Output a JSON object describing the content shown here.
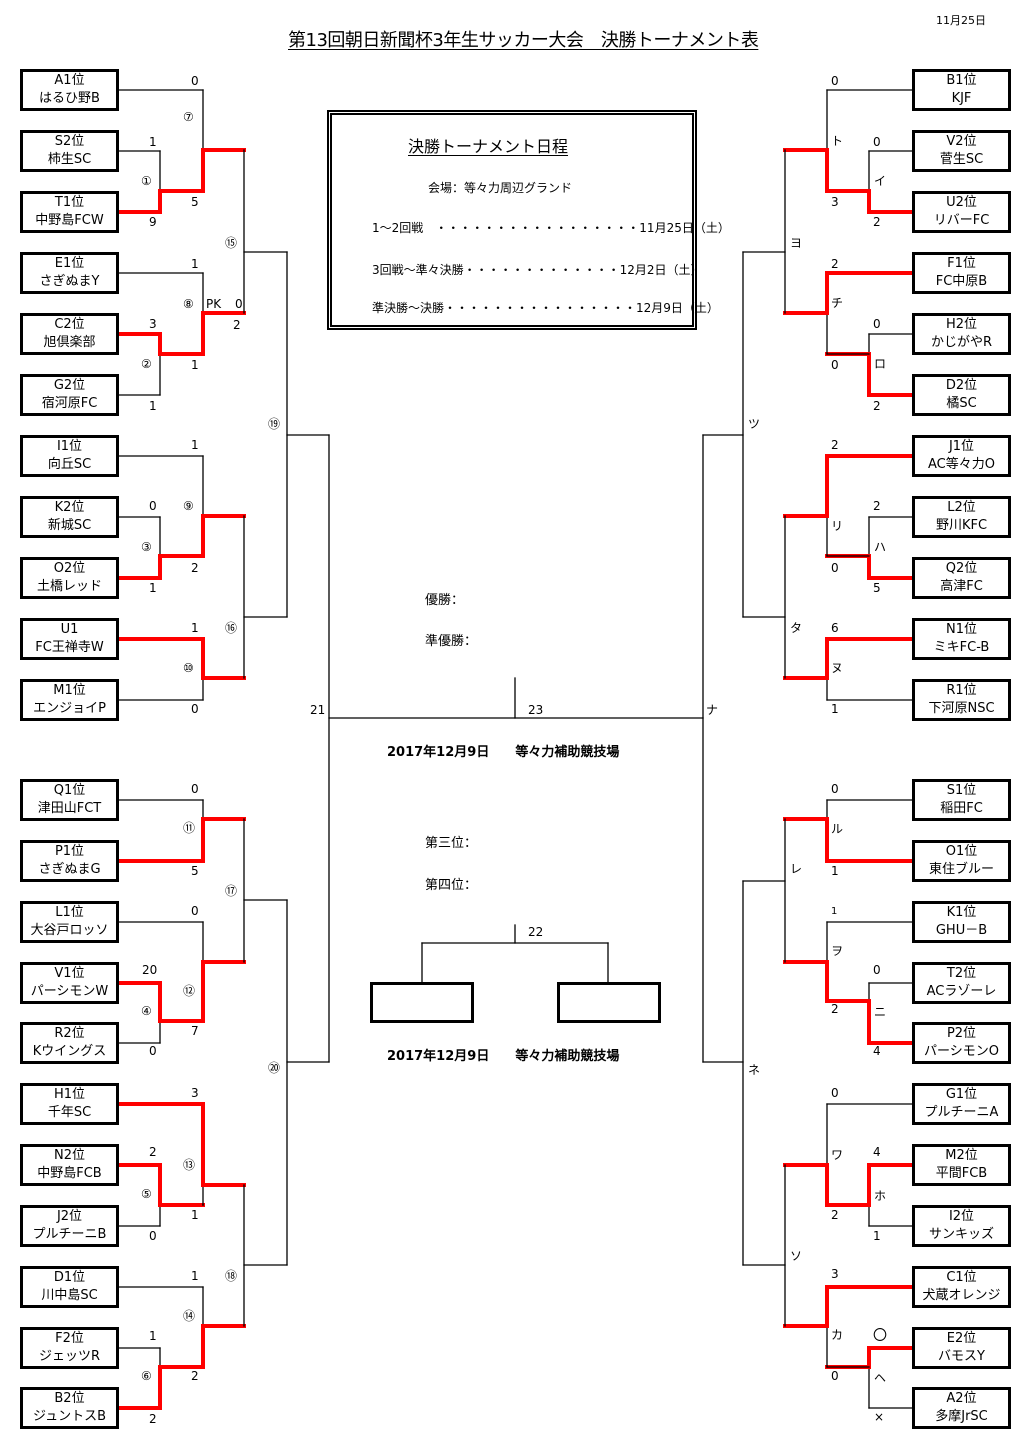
{
  "title": "第13回朝日新聞杯3年生サッカー大会　決勝トーナメント表",
  "date_top": "11月25日",
  "schedule": {
    "title": "決勝トーナメント日程",
    "venue": "会場：等々力周辺グランド",
    "rows": [
      {
        "round": "1～2回戦",
        "dots": "　・・・・・・・・・・・・・・・・・",
        "date": "11月25日（土）"
      },
      {
        "round": "3回戦～準々決勝",
        "dots": "・・・・・・・・・・・・・",
        "date": "12月2日（土）"
      },
      {
        "round": "準決勝～決勝",
        "dots": "・・・・・・・・・・・・・・・・",
        "date": "12月9日（土）"
      }
    ]
  },
  "results": {
    "champion_label": "優勝：",
    "runner_up_label": "準優勝：",
    "third_label": "第三位：",
    "fourth_label": "第四位："
  },
  "final": {
    "match_no": "23",
    "left_match": "21",
    "right_match": "ナ",
    "venue_line": "2017年12月9日　　等々力補助競技場"
  },
  "third_place": {
    "match_no": "22",
    "venue_line": "2017年12月9日　　等々力補助競技場"
  },
  "left_teams": [
    {
      "seed": "A1位",
      "name": "はるひ野B"
    },
    {
      "seed": "S2位",
      "name": "柿生SC"
    },
    {
      "seed": "T1位",
      "name": "中野島FCW"
    },
    {
      "seed": "E1位",
      "name": "さぎぬまY"
    },
    {
      "seed": "C2位",
      "name": "旭倶楽部"
    },
    {
      "seed": "G2位",
      "name": "宿河原FC"
    },
    {
      "seed": "I1位",
      "name": "向丘SC"
    },
    {
      "seed": "K2位",
      "name": "新城SC"
    },
    {
      "seed": "O2位",
      "name": "土橋レッド"
    },
    {
      "seed": "U1",
      "name": "FC王禅寺W"
    },
    {
      "seed": "M1位",
      "name": "エンジョイP"
    },
    {
      "seed": "Q1位",
      "name": "津田山FCT"
    },
    {
      "seed": "P1位",
      "name": "さぎぬまG"
    },
    {
      "seed": "L1位",
      "name": "大谷戸ロッソ"
    },
    {
      "seed": "V1位",
      "name": "パーシモンW"
    },
    {
      "seed": "R2位",
      "name": "Kウイングス"
    },
    {
      "seed": "H1位",
      "name": "千年SC"
    },
    {
      "seed": "N2位",
      "name": "中野島FCB"
    },
    {
      "seed": "J2位",
      "name": "プルチーニB"
    },
    {
      "seed": "D1位",
      "name": "川中島SC"
    },
    {
      "seed": "F2位",
      "name": "ジェッツR"
    },
    {
      "seed": "B2位",
      "name": "ジュントスB"
    }
  ],
  "right_teams": [
    {
      "seed": "B1位",
      "name": "KJF"
    },
    {
      "seed": "V2位",
      "name": "菅生SC"
    },
    {
      "seed": "U2位",
      "name": "リバーFC"
    },
    {
      "seed": "F1位",
      "name": "FC中原B"
    },
    {
      "seed": "H2位",
      "name": "かじがやR"
    },
    {
      "seed": "D2位",
      "name": "橘SC"
    },
    {
      "seed": "J1位",
      "name": "AC等々力O"
    },
    {
      "seed": "L2位",
      "name": "野川KFC"
    },
    {
      "seed": "Q2位",
      "name": "高津FC"
    },
    {
      "seed": "N1位",
      "name": "ミキFC-B"
    },
    {
      "seed": "R1位",
      "name": "下河原NSC"
    },
    {
      "seed": "S1位",
      "name": "稲田FC"
    },
    {
      "seed": "O1位",
      "name": "東住ブルー"
    },
    {
      "seed": "K1位",
      "name": "GHU－B"
    },
    {
      "seed": "T2位",
      "name": "ACラゾーレ"
    },
    {
      "seed": "P2位",
      "name": "パーシモンO"
    },
    {
      "seed": "G1位",
      "name": "プルチーニA"
    },
    {
      "seed": "M2位",
      "name": "平間FCB"
    },
    {
      "seed": "I2位",
      "name": "サンキッズ"
    },
    {
      "seed": "C1位",
      "name": "犬蔵オレンジ"
    },
    {
      "seed": "E2位",
      "name": "バモスY"
    },
    {
      "seed": "A2位",
      "name": "多摩JrSC"
    }
  ],
  "left_matches": [
    {
      "no": "①",
      "top_score": "1",
      "bottom_score": "9",
      "winner": "bottom"
    },
    {
      "no": "⑦",
      "top_score": "0",
      "bottom_score": "5",
      "winner": "bottom"
    },
    {
      "no": "②",
      "top_score": "3",
      "bottom_score": "1",
      "winner": "top"
    },
    {
      "no": "⑧",
      "top_score": "1",
      "bottom_score": "1",
      "winner": "bottom",
      "pk_label": "PK",
      "pk_top": "0",
      "pk_bottom": "2"
    },
    {
      "no": "③",
      "top_score": "0",
      "bottom_score": "1",
      "winner": "bottom"
    },
    {
      "no": "⑨",
      "top_score": "",
      "bottom_score": "2",
      "winner": "bottom"
    },
    {
      "no": "⑩",
      "top_score": "1",
      "bottom_score": "0",
      "winner": "top"
    },
    {
      "no": "⑮",
      "top_score": "",
      "bottom_score": "",
      "winner": ""
    },
    {
      "no": "⑯",
      "top_score": "",
      "bottom_score": "",
      "winner": ""
    },
    {
      "no": "⑲",
      "top_score": "",
      "bottom_score": "",
      "winner": ""
    },
    {
      "no": "⑪",
      "top_score": "0",
      "bottom_score": "5",
      "winner": "bottom"
    },
    {
      "no": "④",
      "top_score": "20",
      "bottom_score": "0",
      "winner": "top"
    },
    {
      "no": "⑫",
      "top_score": "0",
      "bottom_score": "7",
      "winner": "bottom"
    },
    {
      "no": "⑤",
      "top_score": "2",
      "bottom_score": "0",
      "winner": "top"
    },
    {
      "no": "⑬",
      "top_score": "3",
      "bottom_score": "1",
      "winner": "top"
    },
    {
      "no": "⑥",
      "top_score": "1",
      "bottom_score": "2",
      "winner": "bottom"
    },
    {
      "no": "⑭",
      "top_score": "1",
      "bottom_score": "2",
      "winner": "bottom"
    },
    {
      "no": "⑰",
      "top_score": "",
      "bottom_score": "",
      "winner": ""
    },
    {
      "no": "⑱",
      "top_score": "",
      "bottom_score": "",
      "winner": ""
    },
    {
      "no": "⑳",
      "top_score": "",
      "bottom_score": "",
      "winner": ""
    }
  ],
  "right_matches": [
    {
      "no": "イ",
      "top_score": "0",
      "bottom_score": "2",
      "winner": "bottom"
    },
    {
      "no": "ト",
      "top_score": "0",
      "bottom_score": "3",
      "winner": "bottom"
    },
    {
      "no": "ロ",
      "top_score": "0",
      "bottom_score": "2",
      "winner": "bottom"
    },
    {
      "no": "チ",
      "top_score": "2",
      "bottom_score": "0",
      "winner": "top"
    },
    {
      "no": "ハ",
      "top_score": "2",
      "bottom_score": "5",
      "winner": "bottom"
    },
    {
      "no": "リ",
      "top_score": "2",
      "bottom_score": "0",
      "winner": "top"
    },
    {
      "no": "ヌ",
      "top_score": "6",
      "bottom_score": "1",
      "winner": "top"
    },
    {
      "no": "ヨ",
      "top_score": "",
      "bottom_score": "",
      "winner": ""
    },
    {
      "no": "タ",
      "top_score": "",
      "bottom_score": "",
      "winner": ""
    },
    {
      "no": "ツ",
      "top_score": "",
      "bottom_score": "",
      "winner": ""
    },
    {
      "no": "ル",
      "top_score": "0",
      "bottom_score": "1",
      "winner": "bottom"
    },
    {
      "no": "ニ",
      "top_score": "0",
      "bottom_score": "4",
      "winner": "bottom"
    },
    {
      "no": "ヲ",
      "top_score": "1",
      "bottom_score": "2",
      "winner": "bottom"
    },
    {
      "no": "ホ",
      "top_score": "4",
      "bottom_score": "1",
      "winner": "top"
    },
    {
      "no": "ワ",
      "top_score": "0",
      "bottom_score": "2",
      "winner": "bottom"
    },
    {
      "no": "ヘ",
      "top_score": "〇",
      "bottom_score": "×",
      "winner": "top"
    },
    {
      "no": "カ",
      "top_score": "3",
      "bottom_score": "0",
      "winner": "top"
    },
    {
      "no": "レ",
      "top_score": "",
      "bottom_score": "",
      "winner": ""
    },
    {
      "no": "ソ",
      "top_score": "",
      "bottom_score": "",
      "winner": ""
    },
    {
      "no": "ネ",
      "top_score": "",
      "bottom_score": "",
      "winner": ""
    }
  ],
  "colors": {
    "winner_line": "#ff0000",
    "line": "#000000"
  }
}
